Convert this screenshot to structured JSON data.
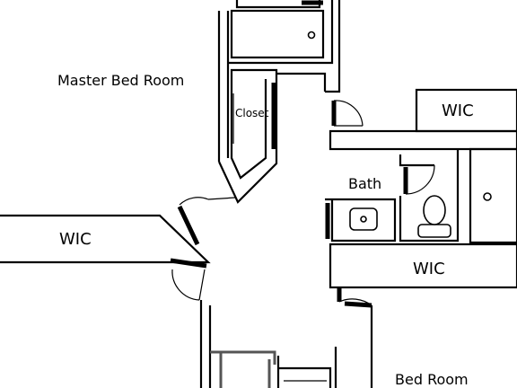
{
  "labels": {
    "master_bedroom": "Master Bed Room",
    "closet": "Closet",
    "wic_top_right": "WIC",
    "bath": "Bath",
    "wic_left": "WIC",
    "wic_bottom_right": "WIC",
    "bedroom": "Bed Room"
  },
  "colors": {
    "line": "#000000",
    "background": "#ffffff",
    "partition": "#555555"
  }
}
